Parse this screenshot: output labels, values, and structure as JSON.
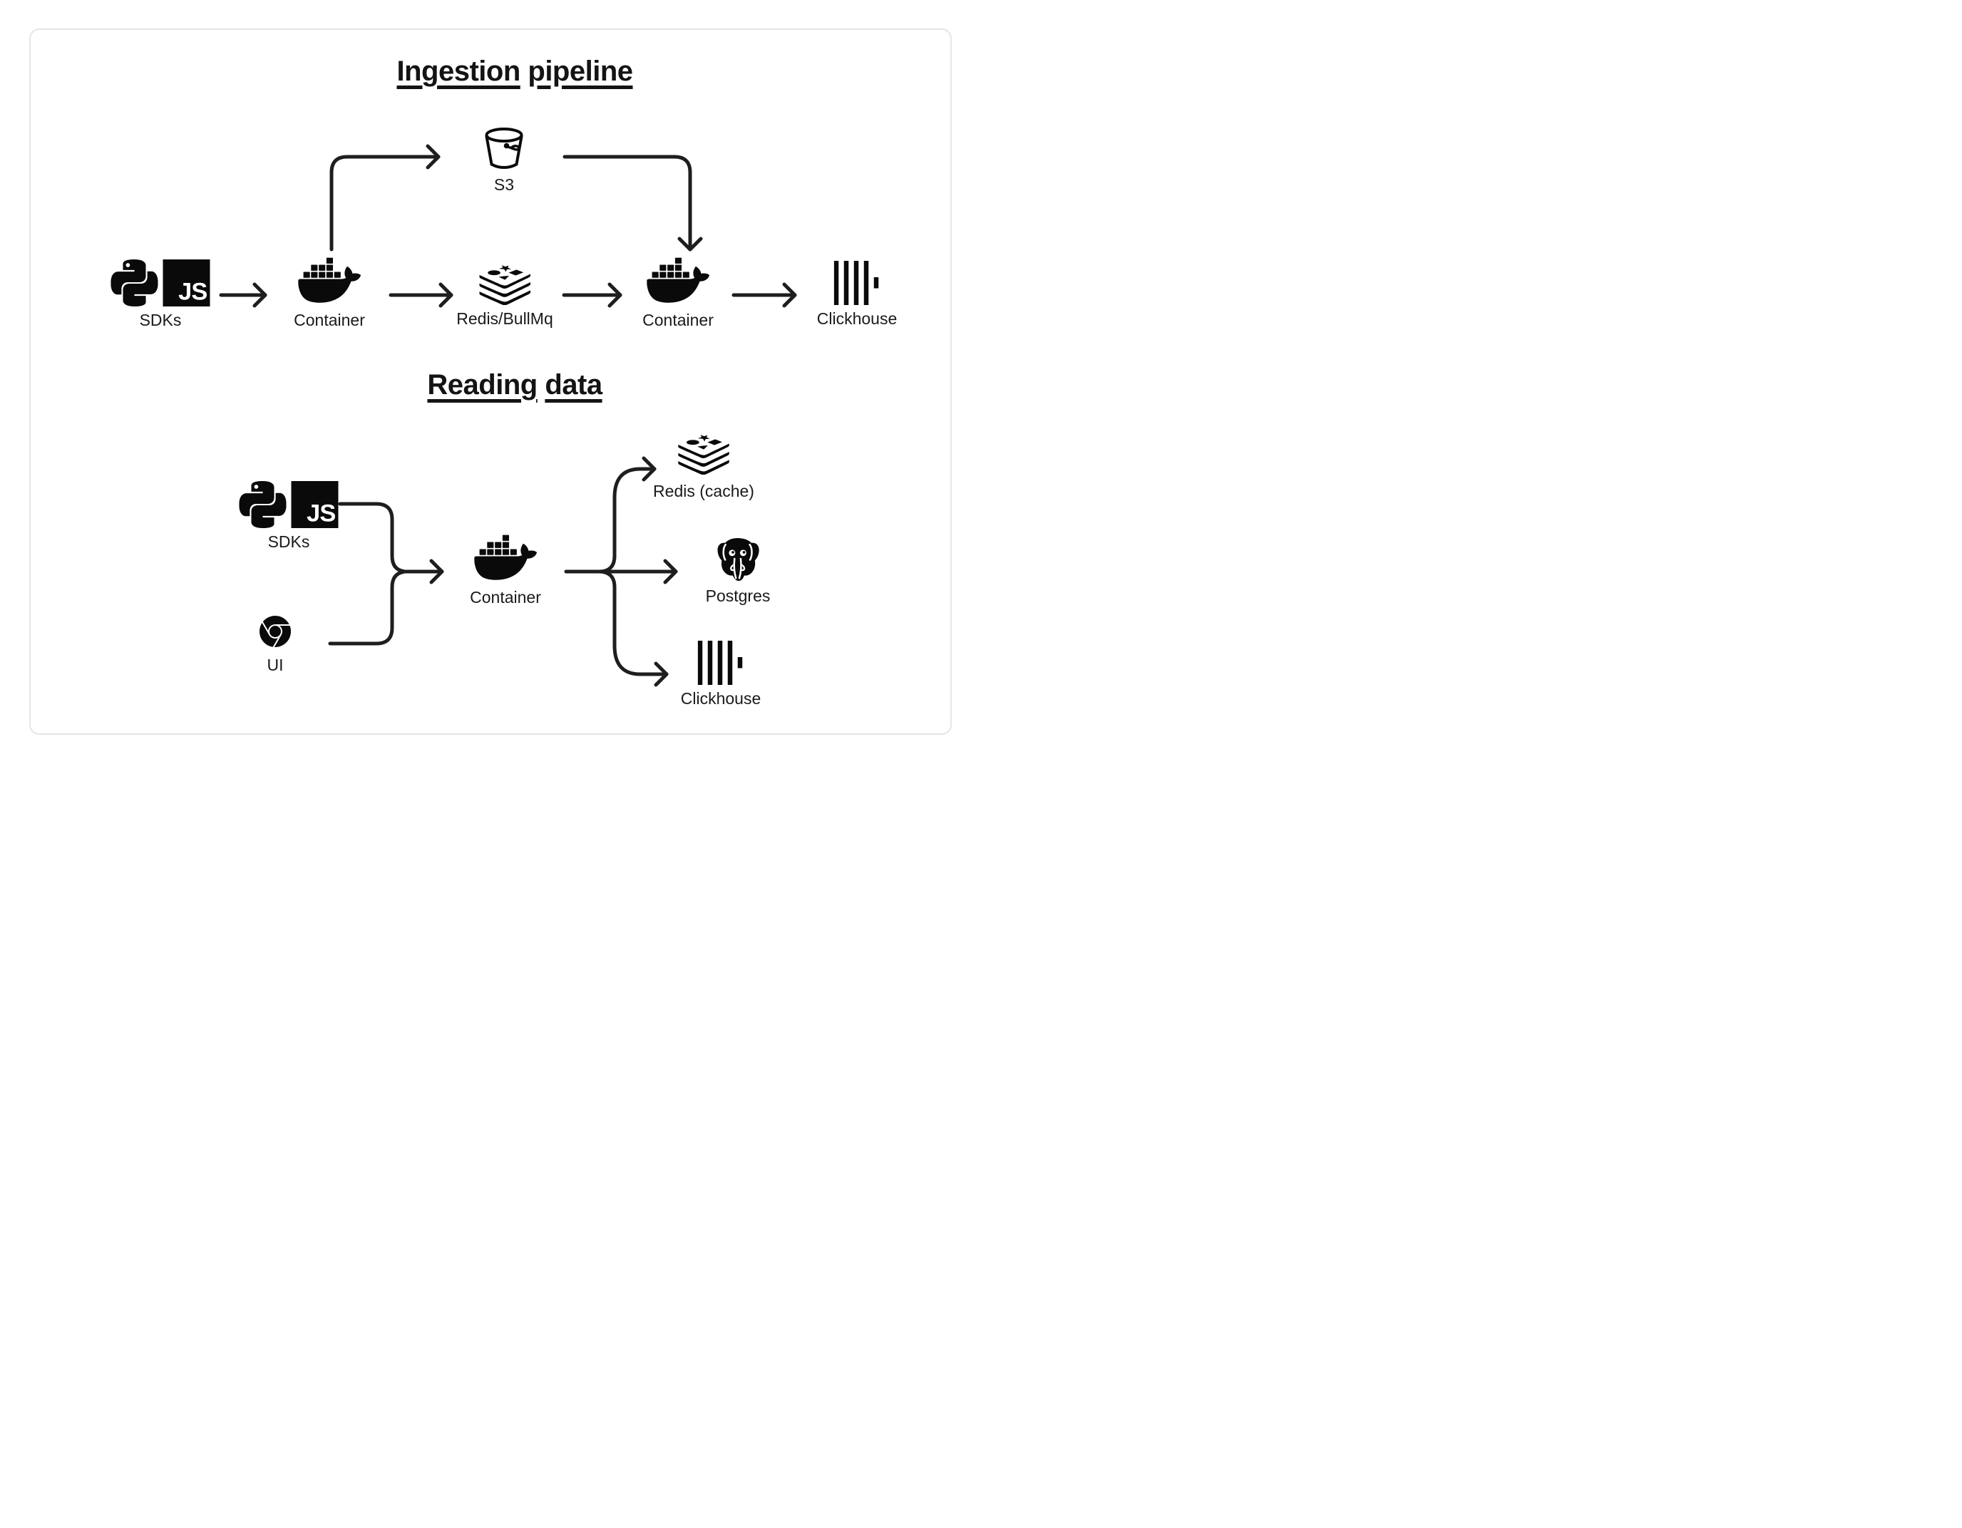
{
  "colors": {
    "ink": "#1e1e1e",
    "icon": "#0a0a0a",
    "label": "#1a1a1a",
    "title": "#141414",
    "card_border": "#e5e5e5",
    "background": "#ffffff"
  },
  "icons": {
    "js_text": "JS"
  },
  "diagram": {
    "sections": [
      {
        "title": "Ingestion pipeline",
        "nodes": [
          {
            "id": "sdks",
            "label": "SDKs",
            "icons": [
              "python-icon",
              "javascript-icon"
            ]
          },
          {
            "id": "s3",
            "label": "S3",
            "icons": [
              "s3-bucket-icon"
            ]
          },
          {
            "id": "container-ingest",
            "label": "Container",
            "icons": [
              "docker-icon"
            ]
          },
          {
            "id": "redis-queue",
            "label": "Redis/BullMq",
            "icons": [
              "redis-icon"
            ]
          },
          {
            "id": "container-worker",
            "label": "Container",
            "icons": [
              "docker-icon"
            ]
          },
          {
            "id": "clickhouse",
            "label": "Clickhouse",
            "icons": [
              "clickhouse-icon"
            ]
          }
        ],
        "edges": [
          {
            "from": "sdks",
            "to": "container-ingest"
          },
          {
            "from": "container-ingest",
            "to": "s3"
          },
          {
            "from": "container-ingest",
            "to": "redis-queue"
          },
          {
            "from": "s3",
            "to": "container-worker"
          },
          {
            "from": "redis-queue",
            "to": "container-worker"
          },
          {
            "from": "container-worker",
            "to": "clickhouse"
          }
        ]
      },
      {
        "title": "Reading data",
        "nodes": [
          {
            "id": "sdks",
            "label": "SDKs",
            "icons": [
              "python-icon",
              "javascript-icon"
            ]
          },
          {
            "id": "ui",
            "label": "UI",
            "icons": [
              "chrome-icon"
            ]
          },
          {
            "id": "container-api",
            "label": "Container",
            "icons": [
              "docker-icon"
            ]
          },
          {
            "id": "redis-cache",
            "label": "Redis (cache)",
            "icons": [
              "redis-icon"
            ]
          },
          {
            "id": "postgres",
            "label": "Postgres",
            "icons": [
              "postgresql-icon"
            ]
          },
          {
            "id": "clickhouse",
            "label": "Clickhouse",
            "icons": [
              "clickhouse-icon"
            ]
          }
        ],
        "edges": [
          {
            "from": "sdks",
            "to": "container-api"
          },
          {
            "from": "ui",
            "to": "container-api"
          },
          {
            "from": "container-api",
            "to": "redis-cache"
          },
          {
            "from": "container-api",
            "to": "postgres"
          },
          {
            "from": "container-api",
            "to": "clickhouse"
          }
        ]
      }
    ]
  }
}
